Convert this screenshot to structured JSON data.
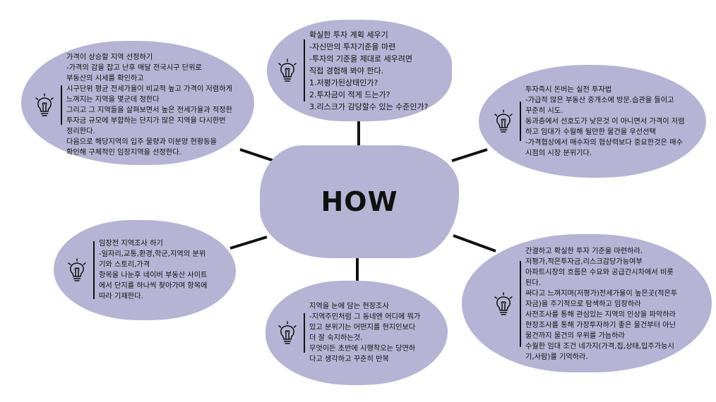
{
  "diagram": {
    "center": {
      "title": "HOW"
    },
    "nodes": [
      {
        "id": "b1",
        "name": "bubble-target-area-selection",
        "icon": "lightbulb-icon",
        "text": "가격이 상승할 지역 선정하기\n-가격의 감을 잡고 난후 매달 전국시구 단위로\n부동산의 시세를 확인하고\n시구단위 평균 전세가율이 비교적 높고 가격이 저렴하게\n느껴지는 지역을 몇군데 정한다\n그리고 그 지역들을 살펴보면서 높은 전세가율과 적정한\n투자금 규모에 부합하는 단지가 많은 지역을 다시한번\n정리한다.\n다음으로 해당지역의 입주 물량과 미분양 현황등을\n확인해 구체적인 임장지역을 선정한다."
      },
      {
        "id": "b2",
        "name": "bubble-investment-plan",
        "icon": "lightbulb-icon",
        "text": "확실한 투자 계획 세우기\n-자신만의 투자기준을 마련\n-투자의 기준을 제대로 세우려면\n직접 경험해 봐야 한다.\n1.저평가된상태인가?\n2.투자금이 적게 드는가?\n3.리스크가 감당할수 있는 수준인가?"
      },
      {
        "id": "b3",
        "name": "bubble-practical-investment",
        "icon": "lightbulb-icon",
        "text": "투자즉시 돈버는 실전 투자법\n-가급적 많은 부동산 중개소에 방문.습관을 들이고\n꾸준히 시도.\n동과층에서 선호도가 낮은것 이 아니면서 가격이 저렴\n하고 임대가 수월해 될만한 물건을 우선선택\n-가격협상에서 매수자의 협상력보다 중요한것은 매수\n시점의 시장 분위기다."
      },
      {
        "id": "b4",
        "name": "bubble-site-survey-prep",
        "icon": "lightbulb-icon",
        "text": "임장전 지역조사 하기\n-일자리,교통,환경,학군,지역의 분위\n기와 스토리,가격\n항목을 나눈후 네이버 부동산 사이트\n에서 단지를 하나씩 찾아가며 항목에\n따라 기재한다."
      },
      {
        "id": "b5",
        "name": "bubble-field-research",
        "icon": "lightbulb-icon",
        "text": "지역을 눈에 담는 현장조사\n-지역주민처럼 그 동네엔 어디에 뭐가\n있고 분위기는 어떤지를 현지인보다\n더 잘 숙지하는것.\n무엇이든 초반에 시행착오는 당연하\n다고 생각하고 꾸준히 반복"
      },
      {
        "id": "b6",
        "name": "bubble-clear-criteria",
        "icon": "lightbulb-icon",
        "text": "간결하고 확실한 투자 기준을 마련하라.\n저평가,적은투자금,리스크감당가능여부\n아파트시장의 흐름은 수요와 공급간시차에서 비롯\n된다.\n싸다고 느껴지며(저평가)전세가율이 높은곳(적은투\n자금)을 주기적으로 탐색하고 임장하라\n사전조사를 통해 관심있는 지역의 인상을 파악하라\n현장조사를 통해 가장투자하기 좋은 물건부터 아닌\n물건까지 물건의 우위를 가늠하라\n수월한 임대 조건 네가지(가격,집,상태,입주가능시\n기,사람)를 기억하라."
      }
    ]
  },
  "colors": {
    "bubble_fill": "#b6b4d4",
    "line": "#111111",
    "background": "#ffffff"
  }
}
